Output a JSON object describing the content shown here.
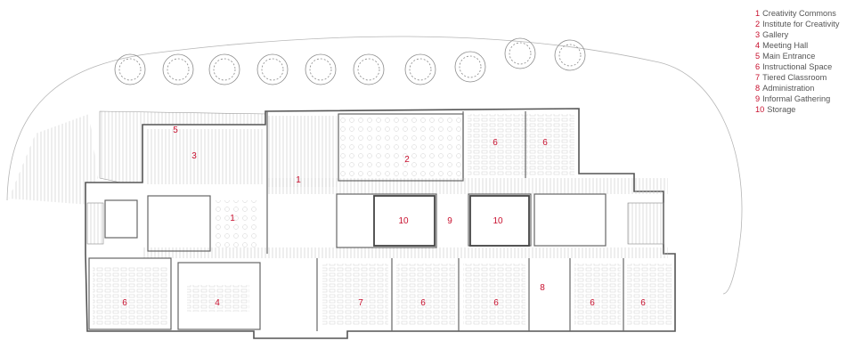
{
  "legend": [
    {
      "num": "1",
      "label": "Creativity Commons"
    },
    {
      "num": "2",
      "label": "Institute for Creativity"
    },
    {
      "num": "3",
      "label": "Gallery"
    },
    {
      "num": "4",
      "label": "Meeting Hall"
    },
    {
      "num": "5",
      "label": "Main Entrance"
    },
    {
      "num": "6",
      "label": "Instructional Space"
    },
    {
      "num": "7",
      "label": "Tiered Classroom"
    },
    {
      "num": "8",
      "label": "Administration"
    },
    {
      "num": "9",
      "label": "Informal Gathering"
    },
    {
      "num": "10",
      "label": "Storage"
    }
  ],
  "room_labels": [
    "5",
    "3",
    "1",
    "1",
    "2",
    "6",
    "6",
    "10",
    "9",
    "10",
    "6",
    "4",
    "7",
    "6",
    "6",
    "8",
    "6",
    "6"
  ],
  "colors": {
    "accent": "#c8102e",
    "line": "#555555",
    "hatch": "#bbbbbb"
  }
}
